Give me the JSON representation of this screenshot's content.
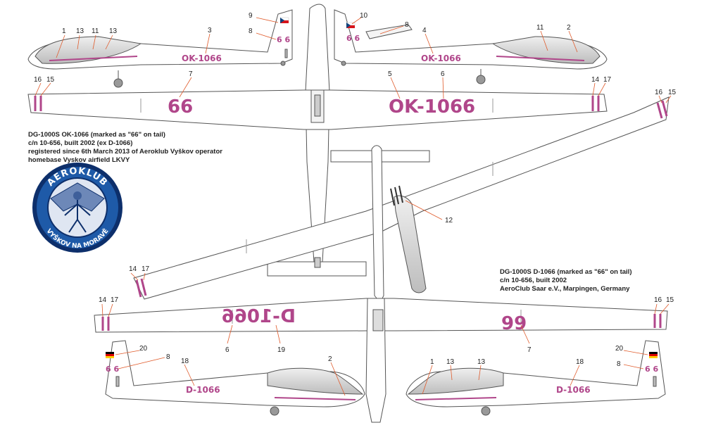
{
  "caption_ok": {
    "line1": "DG-1000S  OK-1066 (marked as \"66\" on tail)",
    "line2": "c/n 10-656, built 2002 (ex D-1066)",
    "line3": "registered since 6th March 2013 of Aeroklub Vyškov operator",
    "line4": "homebase Vyskov airfield LKVY"
  },
  "caption_d": {
    "line1": "DG-1000S  D-1066 (marked as \"66\" on tail)",
    "line2": "c/n 10-656, built 2002",
    "line3": "AeroClub Saar e.V., Marpingen, Germany"
  },
  "logo": {
    "top": "AEROKLUB",
    "bottom": "VYŠKOV NA MORAVĚ"
  },
  "markings": {
    "ok_reg": "OK-1066",
    "d_reg": "D-1066",
    "tail_number": "6 6",
    "wing_number": "66",
    "lower_wing_right": "99",
    "lower_wing_left": "D-1066"
  },
  "callouts": {
    "n1": "1",
    "n2": "2",
    "n3": "3",
    "n4": "4",
    "n5": "5",
    "n6": "6",
    "n7": "7",
    "n8": "8",
    "n9": "9",
    "n10": "10",
    "n11": "11",
    "n12": "12",
    "n13": "13",
    "n14": "14",
    "n15": "15",
    "n16": "16",
    "n17": "17",
    "n18": "18",
    "n19": "19",
    "n20": "20"
  },
  "colors": {
    "marking": "#b0468a",
    "outline": "#555555",
    "canopy": "#d8d8d8",
    "logo_blue": "#1e5aa8",
    "logo_dark": "#0d2f6b",
    "leader": "#e05a2a"
  }
}
